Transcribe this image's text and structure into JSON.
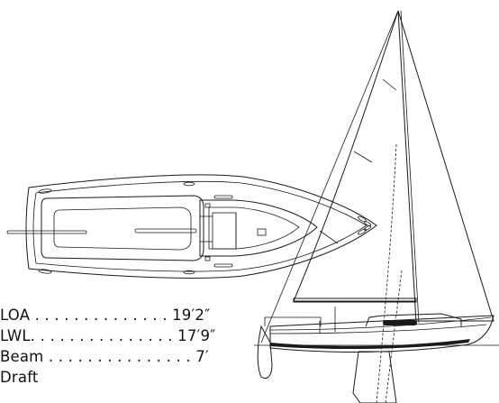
{
  "specs": [
    {
      "text": "LOA . . . . . . . . . . . . . . 19′2″"
    },
    {
      "text": "LWL. . . . . . . . . . . . . . . 17′9″"
    },
    {
      "text": "Beam . . . . . . . . . . . . . . . 7′"
    },
    {
      "text": "Draft"
    }
  ]
}
